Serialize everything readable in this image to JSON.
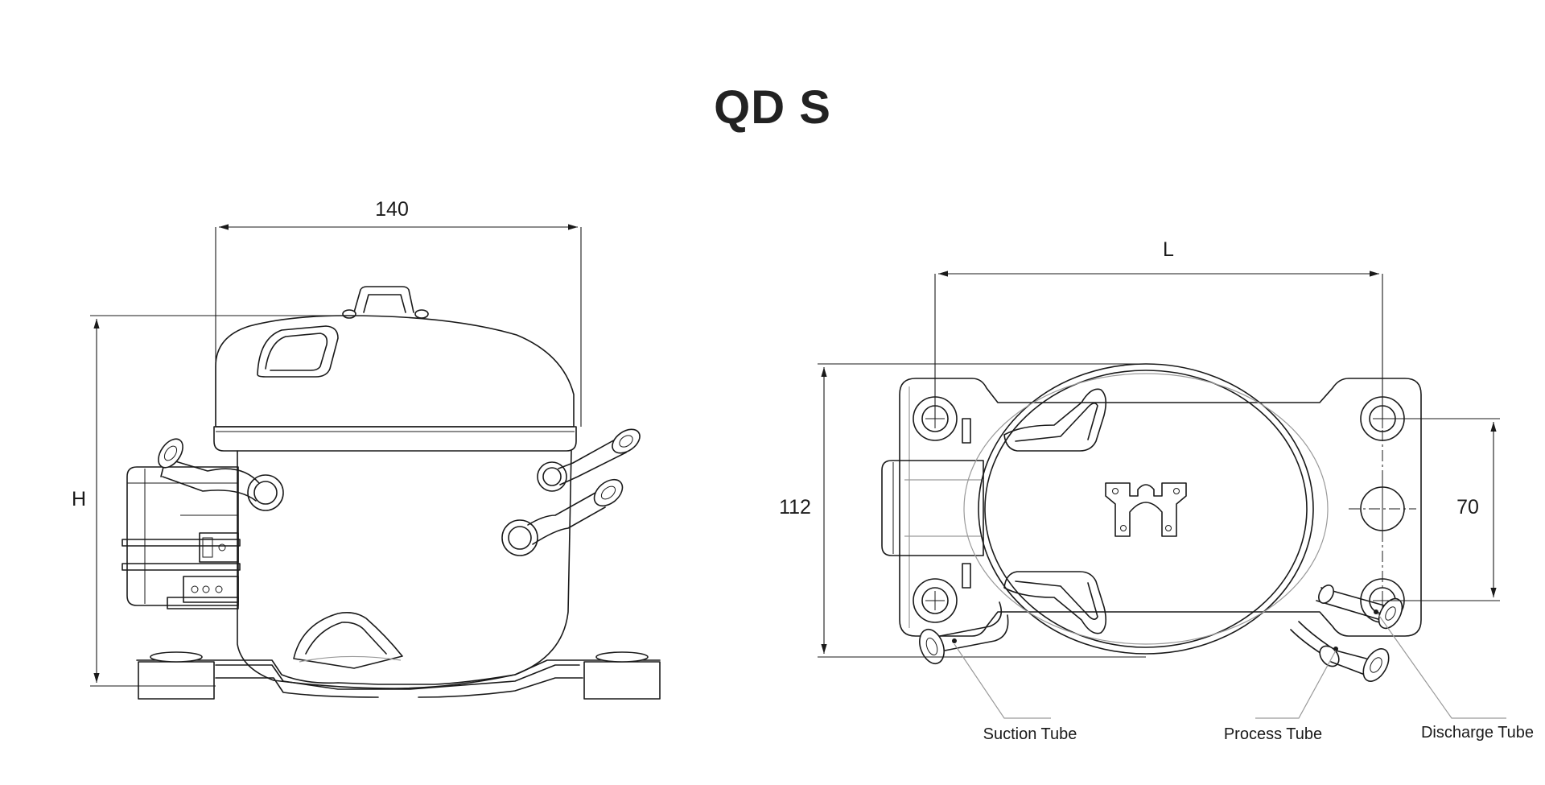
{
  "title": "QD S",
  "dimensions": {
    "width": "140",
    "height": "H",
    "length": "L",
    "depth": "112",
    "mount_spacing": "70"
  },
  "callouts": {
    "suction": "Suction Tube",
    "process": "Process Tube",
    "discharge": "Discharge Tube"
  }
}
